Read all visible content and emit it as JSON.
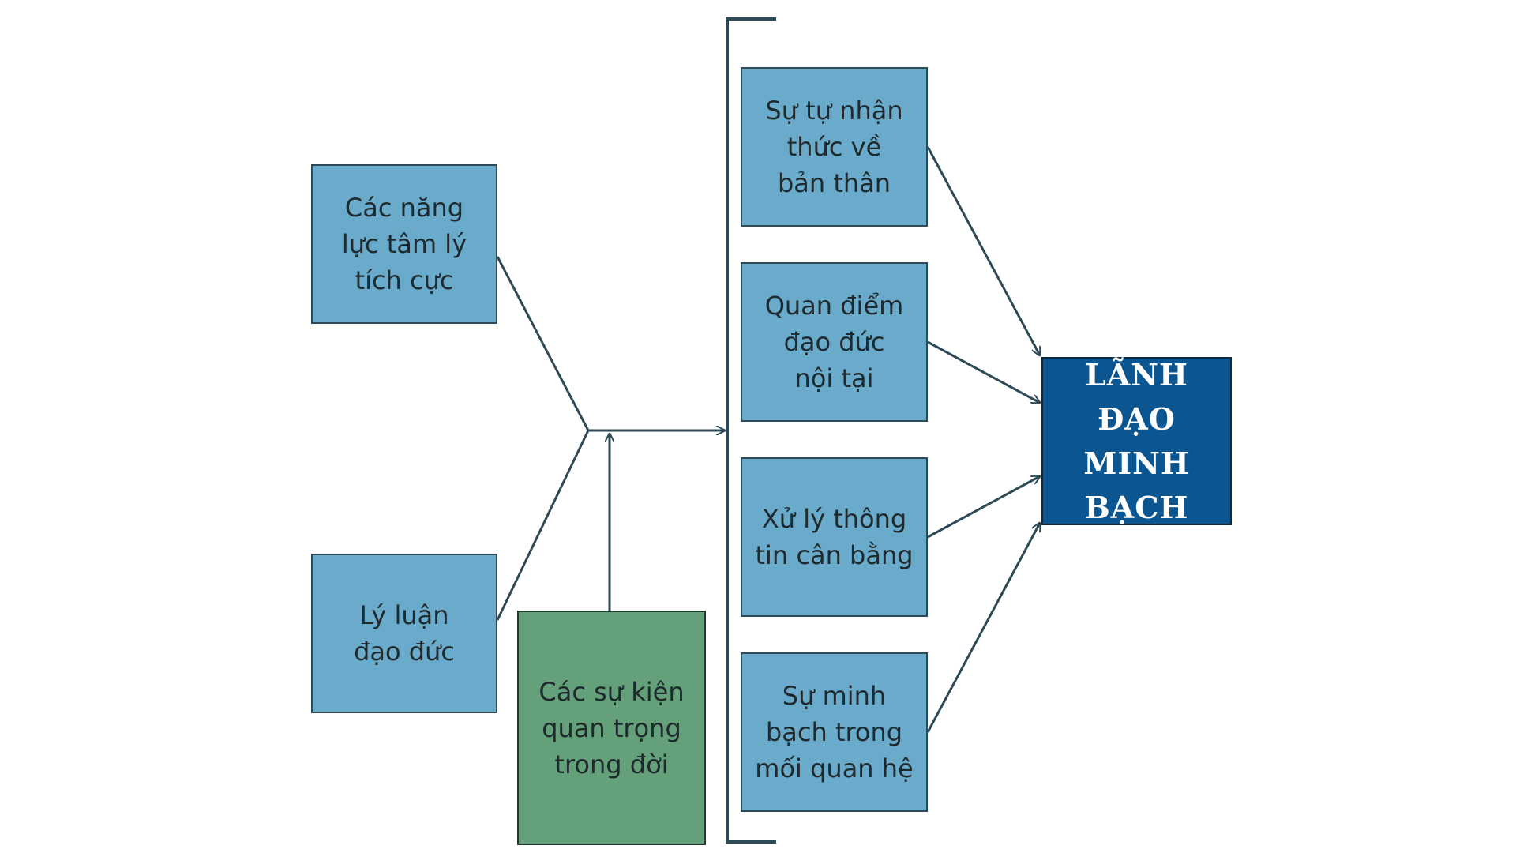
{
  "nodes": {
    "positive_psych": "Các năng\nlực tâm lý\ntích cực",
    "moral_reasoning": "Lý luận\nđạo đức",
    "life_events": "Các sự kiện\nquan trọng\ntrong đời",
    "self_awareness": "Sự tự nhận\nthức về\nbản thân",
    "moral_perspective": "Quan điểm\nđạo đức\nnội tại",
    "balanced_processing": "Xử lý thông\ntin cân bằng",
    "relational_transparency": "Sự minh\nbạch trong\nmối quan hệ",
    "authentic_leadership": "LÃNH ĐẠO\nMINH BẠCH"
  },
  "colors": {
    "antecedent": "#6aaaca",
    "life_events": "#64a07a",
    "outcome": "#0b5690",
    "line": "#2e4a57"
  }
}
